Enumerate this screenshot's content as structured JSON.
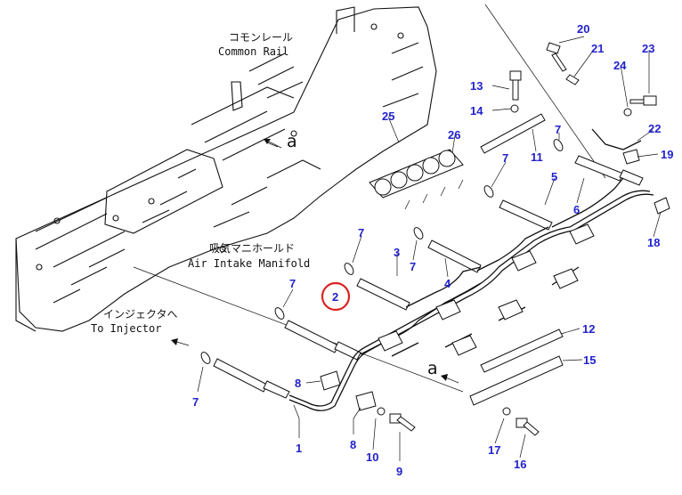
{
  "labels": {
    "common_rail_jp": "コモンレール",
    "common_rail_en": "Common Rail",
    "manifold_jp": "吸気マニホールド",
    "manifold_en": "Air Intake Manifold",
    "injector_jp": "インジェクタへ",
    "injector_en": "To Injector",
    "ref_a_top": "a",
    "ref_a_bottom": "a"
  },
  "parts": {
    "p1": "1",
    "p2": "2",
    "p3": "3",
    "p4": "4",
    "p5": "5",
    "p6": "6",
    "p7a": "7",
    "p7b": "7",
    "p7c": "7",
    "p7d": "7",
    "p7e": "7",
    "p7f": "7",
    "p8a": "8",
    "p8b": "8",
    "p9": "9",
    "p10": "10",
    "p11": "11",
    "p12": "12",
    "p13": "13",
    "p14": "14",
    "p15": "15",
    "p16": "16",
    "p17": "17",
    "p18": "18",
    "p19": "19",
    "p20": "20",
    "p21": "21",
    "p22": "22",
    "p23": "23",
    "p24": "24",
    "p25": "25",
    "p26": "26"
  },
  "highlight": {
    "part": "p2",
    "color": "#dd2222"
  },
  "colors": {
    "callout": "#2222cc",
    "line": "#111111"
  }
}
